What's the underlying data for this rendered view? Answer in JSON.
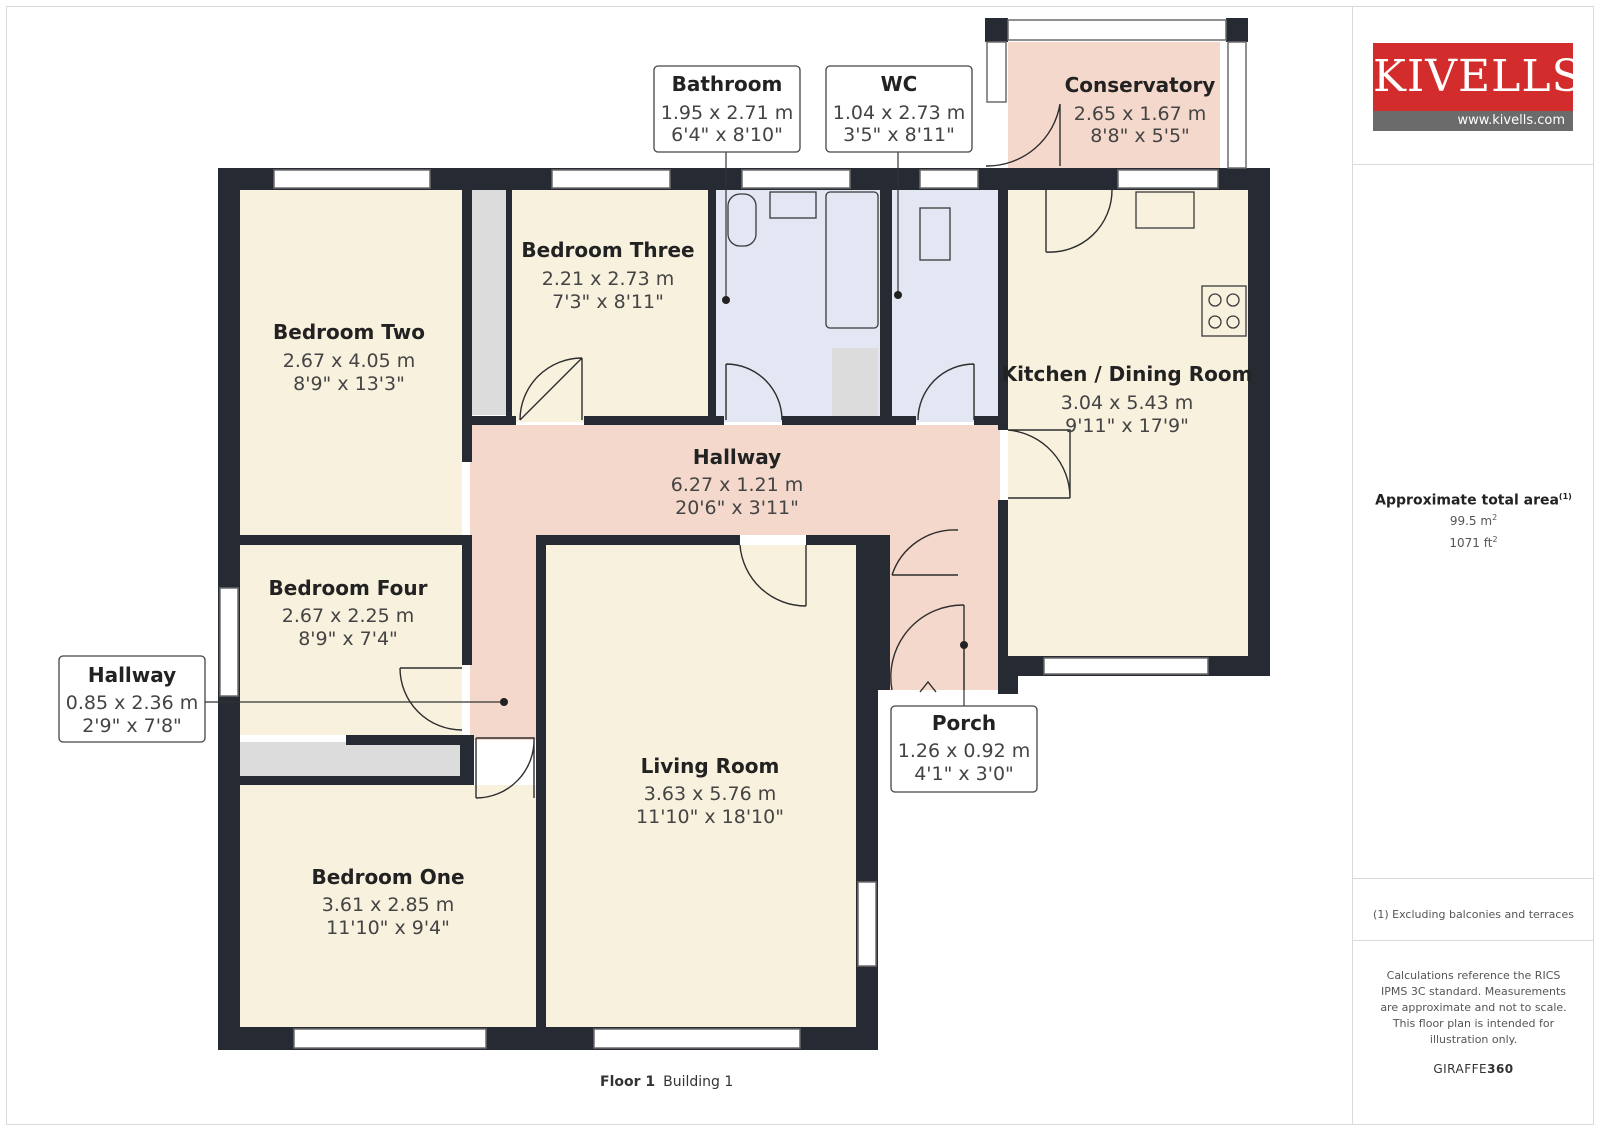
{
  "rooms": [
    {
      "key": "bedroom_two",
      "name": "Bedroom Two",
      "metric": "2.67 x 4.05 m",
      "imperial": "8'9\" x 13'3\""
    },
    {
      "key": "bedroom_three",
      "name": "Bedroom Three",
      "metric": "2.21 x 2.73 m",
      "imperial": "7'3\" x 8'11\""
    },
    {
      "key": "bathroom",
      "name": "Bathroom",
      "metric": "1.95 x 2.71 m",
      "imperial": "6'4\" x 8'10\""
    },
    {
      "key": "wc",
      "name": "WC",
      "metric": "1.04 x 2.73 m",
      "imperial": "3'5\" x 8'11\""
    },
    {
      "key": "conservatory",
      "name": "Conservatory",
      "metric": "2.65 x 1.67 m",
      "imperial": "8'8\" x 5'5\""
    },
    {
      "key": "kitchen_dining",
      "name": "Kitchen / Dining Room",
      "metric": "3.04 x 5.43 m",
      "imperial": "9'11\" x 17'9\""
    },
    {
      "key": "hallway_main",
      "name": "Hallway",
      "metric": "6.27 x 1.21 m",
      "imperial": "20'6\" x 3'11\""
    },
    {
      "key": "bedroom_four",
      "name": "Bedroom Four",
      "metric": "2.67 x 2.25 m",
      "imperial": "8'9\" x 7'4\""
    },
    {
      "key": "hallway_side",
      "name": "Hallway",
      "metric": "0.85 x 2.36 m",
      "imperial": "2'9\" x 7'8\""
    },
    {
      "key": "porch",
      "name": "Porch",
      "metric": "1.26 x 0.92 m",
      "imperial": "4'1\" x 3'0\""
    },
    {
      "key": "living_room",
      "name": "Living Room",
      "metric": "3.63 x 5.76 m",
      "imperial": "11'10\" x 18'10\""
    },
    {
      "key": "bedroom_one",
      "name": "Bedroom One",
      "metric": "3.61 x 2.85 m",
      "imperial": "11'10\" x 9'4\""
    }
  ],
  "floor": {
    "label": "Floor 1",
    "building": "Building 1"
  },
  "sidebar": {
    "logo_text": "KIVELLS",
    "logo_url_text": "www.kivells.com",
    "area_label": "Approximate total area",
    "area_note_marker": "(1)",
    "area_m2": "99.5 m",
    "area_ft2": "1071 ft",
    "footnote": "(1) Excluding balconies and terraces",
    "disclaimer": "Calculations reference the RICS IPMS 3C standard. Measurements are approximate and not to scale. This floor plan is intended for illustration only.",
    "brand_a": "GIRAFFE",
    "brand_b": "360"
  },
  "colors": {
    "wall": "#262a33",
    "bedroom": "#f8f1de",
    "hallway": "#f4d8cb",
    "wet_room": "#e2e7f3",
    "brand_red": "#d22c2c"
  }
}
